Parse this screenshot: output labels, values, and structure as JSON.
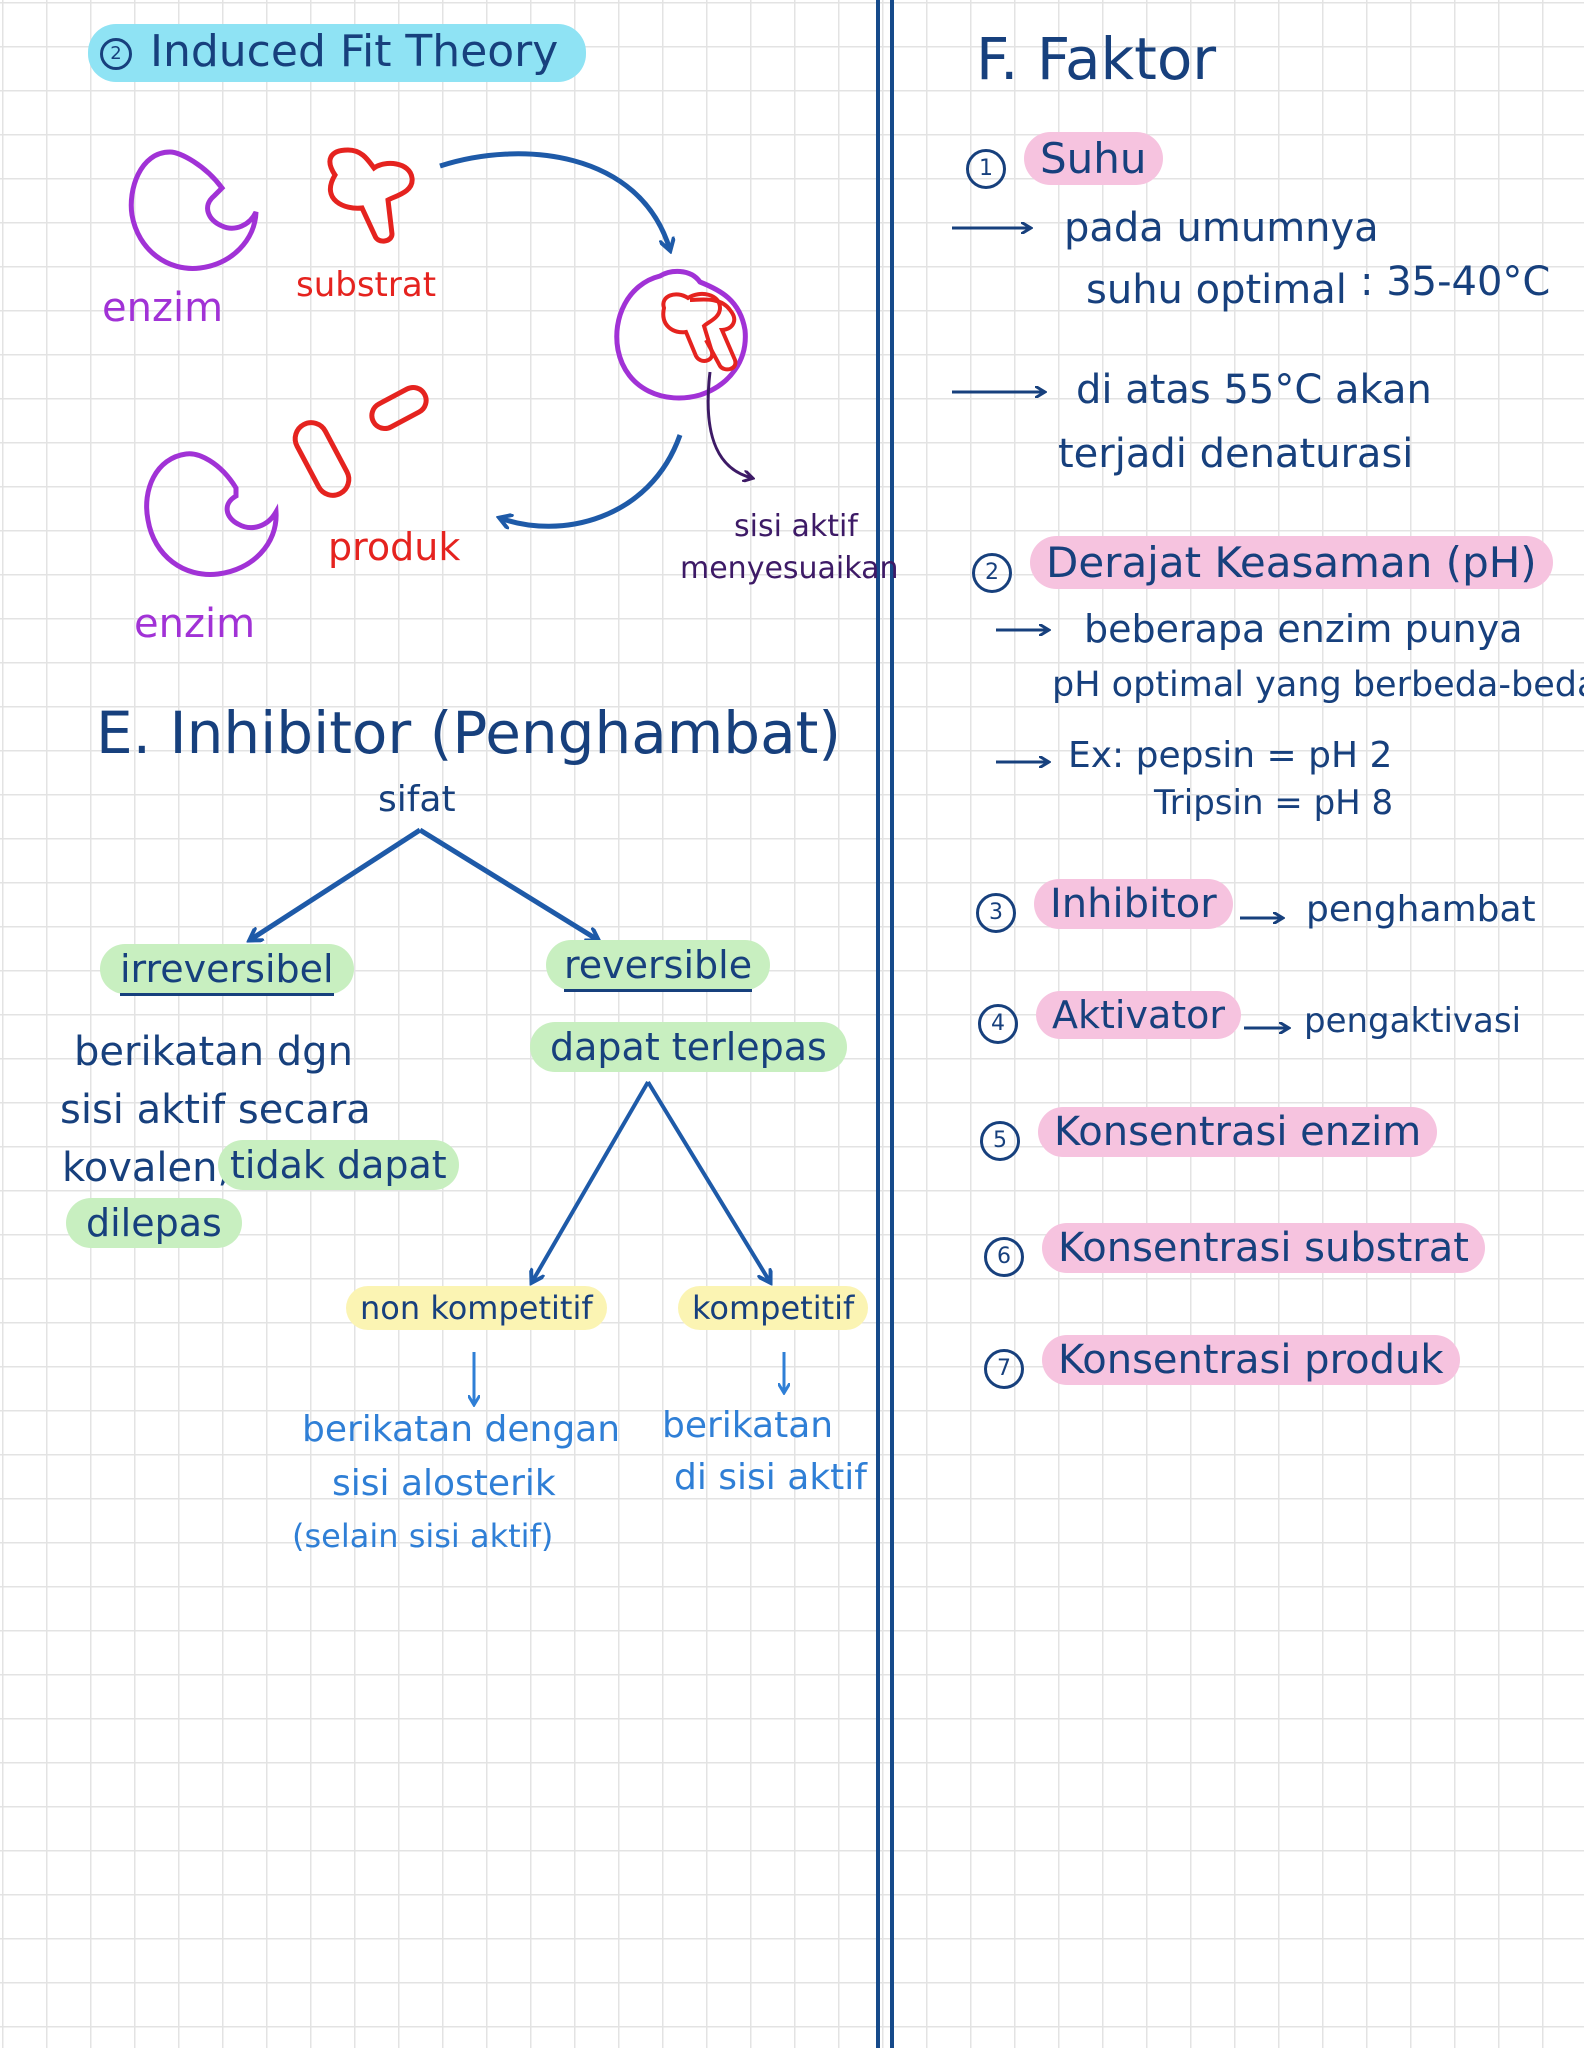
{
  "left": {
    "induced_fit": {
      "number": "2",
      "title": "Induced Fit Theory",
      "label_enzim_top": "enzim",
      "label_substrat": "substrat",
      "label_enzim_bottom": "enzim",
      "label_produk": "produk",
      "label_sisi_aktif_line1": "sisi aktif",
      "label_sisi_aktif_line2": "menyesuaikan"
    },
    "inhibitor": {
      "title": "E. Inhibitor (Penghambat)",
      "root": "sifat",
      "irreversible_label": "irreversibel",
      "irreversible_desc_line1": "berikatan dgn",
      "irreversible_desc_line2": "sisi aktif secara",
      "irreversible_desc_line3a": "kovalen,",
      "irreversible_desc_line3b": "tidak dapat",
      "irreversible_desc_line4": "dilepas",
      "reversible_label": "reversible",
      "reversible_desc": "dapat terlepas",
      "nonkompetitif_label": "non kompetitif",
      "nonkompetitif_desc_line1": "berikatan dengan",
      "nonkompetitif_desc_line2": "sisi alosterik",
      "nonkompetitif_desc_line3": "(selain sisi aktif)",
      "kompetitif_label": "kompetitif",
      "kompetitif_desc_line1": "berikatan",
      "kompetitif_desc_line2": "di sisi aktif"
    }
  },
  "right": {
    "title": "F. Faktor",
    "factors": [
      {
        "num": "1",
        "label": "Suhu"
      },
      {
        "num": "2",
        "label": "Derajat Keasaman (pH)"
      },
      {
        "num": "3",
        "label": "Inhibitor",
        "note": "penghambat"
      },
      {
        "num": "4",
        "label": "Aktivator",
        "note": "pengaktivasi"
      },
      {
        "num": "5",
        "label": "Konsentrasi enzim"
      },
      {
        "num": "6",
        "label": "Konsentrasi substrat"
      },
      {
        "num": "7",
        "label": "Konsentrasi produk"
      }
    ],
    "suhu_line1": "pada umumnya",
    "suhu_line2": "suhu optimal",
    "suhu_line2_value": ": 35-40°C",
    "suhu_line3": "di atas 55°C akan",
    "suhu_line4": "terjadi denaturasi",
    "ph_line1": "beberapa enzim punya",
    "ph_line2": "pH optimal yang berbeda-beda",
    "ph_ex_line1": "Ex: pepsin = pH 2",
    "ph_ex_line2": "Tripsin = pH 8"
  },
  "colors": {
    "navy": "#17407d",
    "blue": "#2f7fd6",
    "red": "#e5231f",
    "purple": "#a132d6",
    "highlight_cyan": "#8fe3f4",
    "highlight_pink": "#f6c3df",
    "highlight_green": "#c8efc0",
    "highlight_yellow": "#fbf4b3",
    "grid": "#e3e3e3"
  }
}
